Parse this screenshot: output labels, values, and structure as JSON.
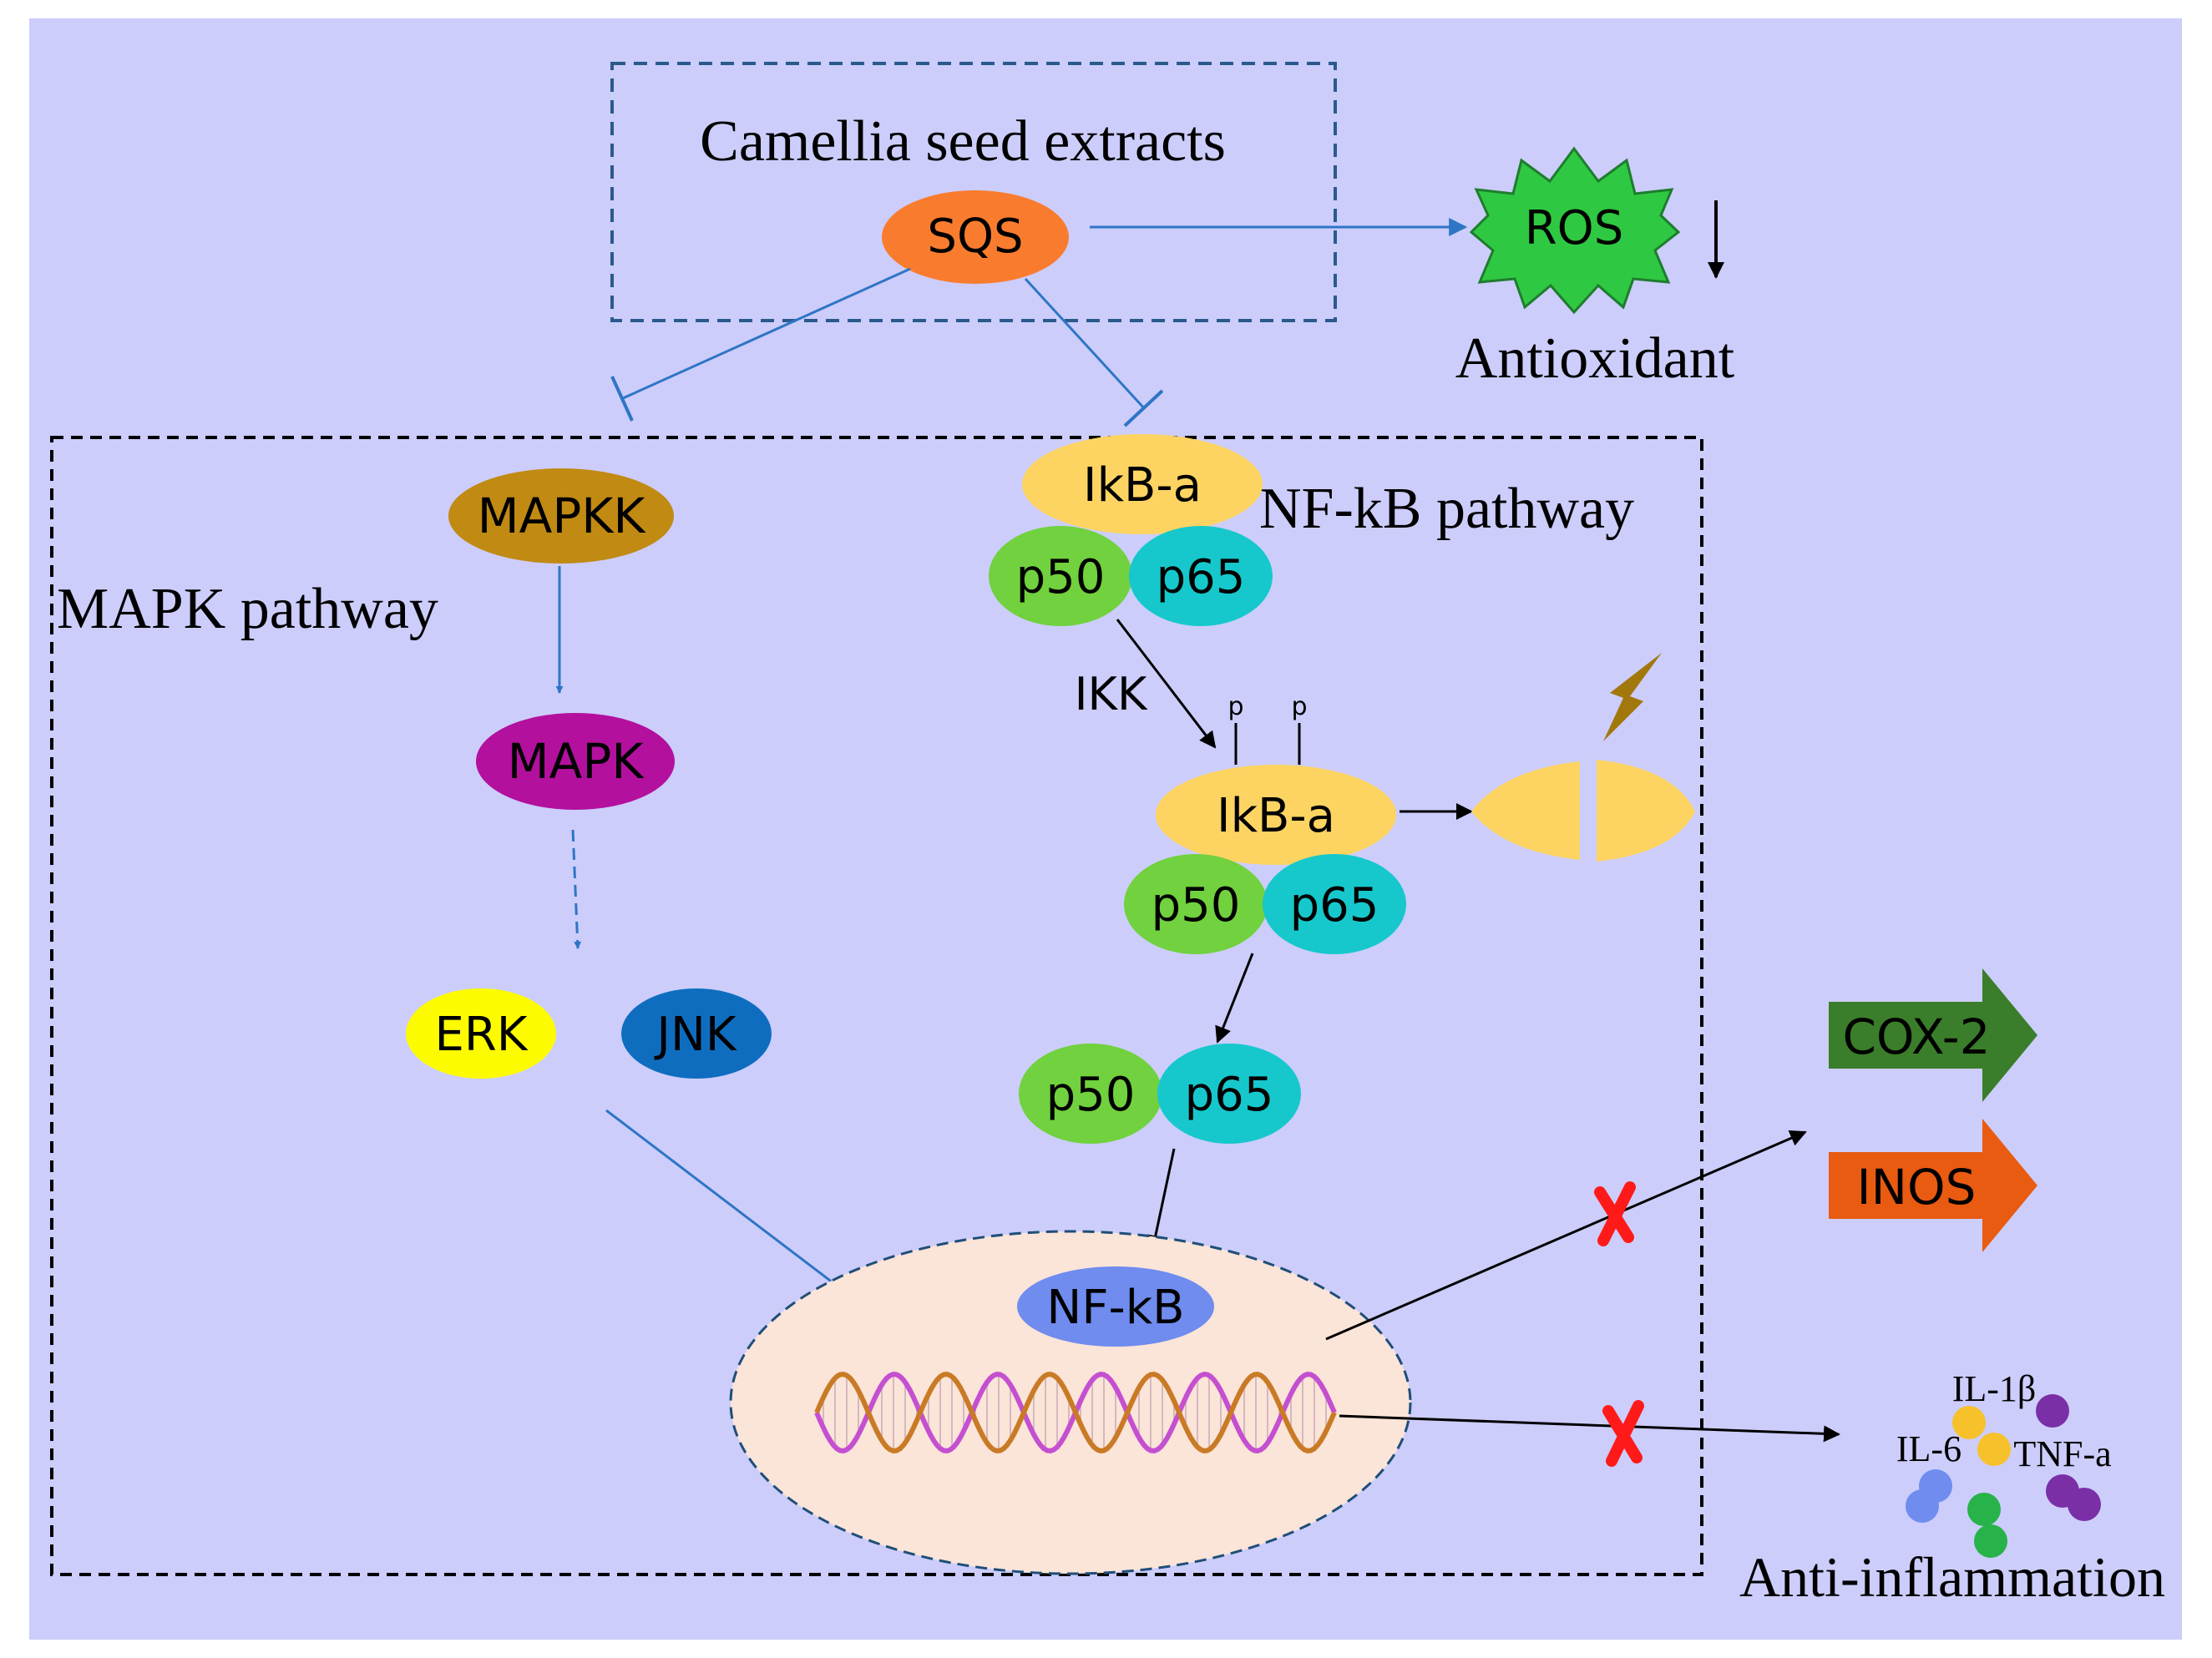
{
  "extract_label": "Camellia seed extracts",
  "sqs": "SQS",
  "ros": "ROS",
  "antioxidant": "Antioxidant",
  "mapk_pathway_label": "MAPK pathway",
  "nfkb_pathway_label": "NF-kB pathway",
  "mapkk": "MAPKK",
  "mapk": "MAPK",
  "erk": "ERK",
  "jnk": "JNK",
  "ikb_top": "IkB-a",
  "p50_top": "p50",
  "p65_top": "p65",
  "ikk": "IKK",
  "phospho_1": "p",
  "phospho_2": "p",
  "ikb_mid": "IkB-a",
  "p50_mid": "p50",
  "p65_mid": "p65",
  "p50_low": "p50",
  "p65_low": "p65",
  "nfkb": "NF-kB",
  "cox2": "COX-2",
  "inos": "INOS",
  "il1b": "IL-1β",
  "il6": "IL-6",
  "tnfa": "TNF-a",
  "anti_inflammation": "Anti-inflammation",
  "colors": {
    "background": "#cccdfb",
    "sqs": "#f97c2e",
    "mapkk": "#c08a13",
    "mapk": "#b3109e",
    "erk": "#fdfb00",
    "jnk": "#0f6dc0",
    "ikb": "#fdd462",
    "p50": "#71d13e",
    "p65": "#16c8cc",
    "nfkb": "#6f8cee",
    "nucleus": "#fbe4d8",
    "cox2": "#3a7d2a",
    "inos": "#e85b11",
    "ros": "#2fc842",
    "blue_line": "#2e75c5",
    "dash_blue": "#2a5a8c"
  },
  "icons": [
    "ros-burst-icon",
    "down-arrow-icon",
    "lightning-icon",
    "dna-helix-icon",
    "red-x-icon",
    "cytokine-molecules-icon"
  ]
}
